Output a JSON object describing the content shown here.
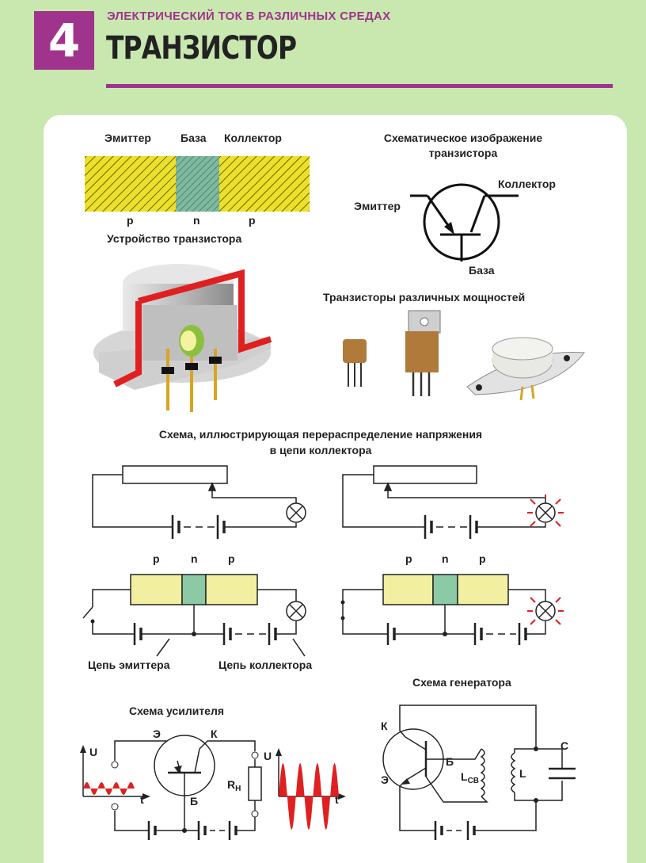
{
  "header": {
    "number": "4",
    "section_title": "ЭЛЕКТРИЧЕСКИЙ ТОК В РАЗЛИЧНЫХ СРЕДАХ",
    "main_title": "ТРАНЗИСТОР"
  },
  "device": {
    "emitter": "Эмиттер",
    "base": "База",
    "collector": "Коллектор",
    "p1": "p",
    "n": "n",
    "p2": "p",
    "caption": "Устройство транзистора"
  },
  "schematic": {
    "title_line1": "Схематическое изображение",
    "title_line2": "транзистора",
    "collector": "Коллектор",
    "emitter": "Эмиттер",
    "base": "База"
  },
  "powers": {
    "title": "Транзисторы различных мощностей"
  },
  "redistribution": {
    "title_line1": "Схема, иллюстрирующая перераспределение напряжения",
    "title_line2": "в цепи коллектора",
    "left_p1": "p",
    "left_n": "n",
    "left_p2": "p",
    "right_p1": "p",
    "right_n": "n",
    "right_p2": "p",
    "emitter_circuit": "Цепь эмиттера",
    "collector_circuit": "Цепь коллектора"
  },
  "amplifier": {
    "title": "Схема усилителя",
    "e": "Э",
    "k": "К",
    "b": "Б",
    "u_in": "U",
    "t_in": "t",
    "u_out": "U",
    "t_out": "t",
    "r_main": "R",
    "r_sub": "Н"
  },
  "generator": {
    "title": "Схема генератора",
    "k": "К",
    "e": "Э",
    "b": "Б",
    "l_cb_main": "L",
    "l_cb_sub": "СВ",
    "l": "L",
    "c": "C"
  },
  "colors": {
    "accent": "#a0348d",
    "background": "#c9e8b0",
    "p_region": "#f2f0a0",
    "n_region": "#8cc9a5",
    "signal": "#e02020"
  }
}
